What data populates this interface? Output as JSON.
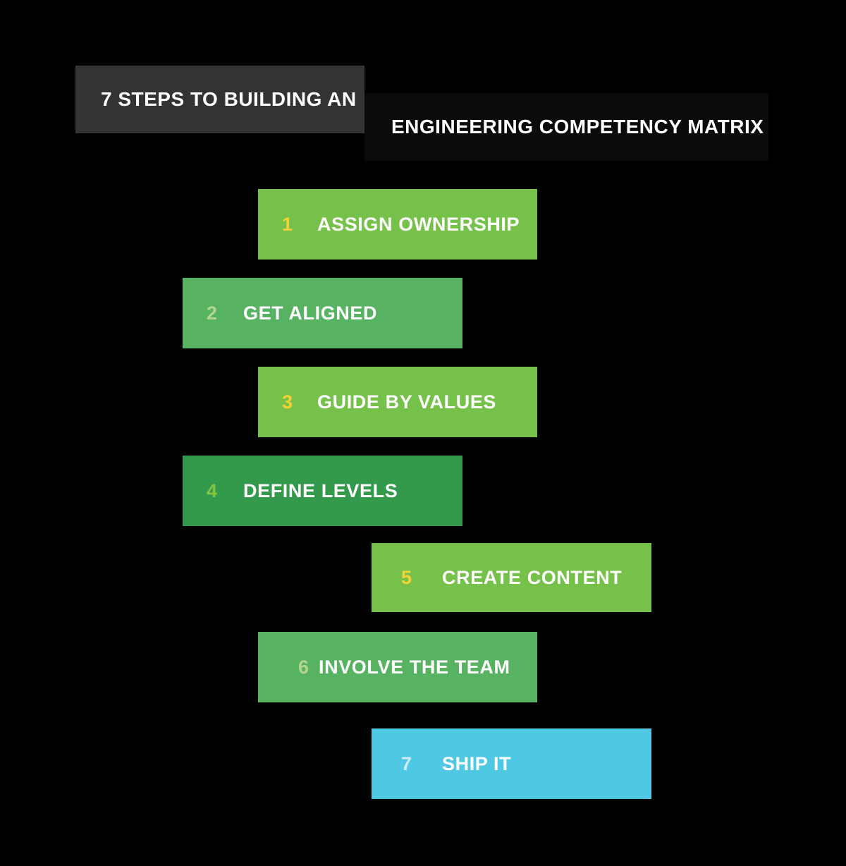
{
  "title": {
    "line1": "7 STEPS TO BUILDING AN",
    "line2": "ENGINEERING COMPETENCY MATRIX"
  },
  "colors": {
    "background": "#000000",
    "title_line1_bg": "#333333",
    "title_line2_bg": "#0a0b0b",
    "title_text": "#ffffff",
    "step_label_text": "#ffffff"
  },
  "steps": [
    {
      "number": "1",
      "label": "ASSIGN OWNERSHIP",
      "bg": "#76c14a",
      "number_color": "#f2d235"
    },
    {
      "number": "2",
      "label": "GET ALIGNED",
      "bg": "#57b262",
      "number_color": "#b2d48e"
    },
    {
      "number": "3",
      "label": "GUIDE BY VALUES",
      "bg": "#76c14a",
      "number_color": "#f2d235"
    },
    {
      "number": "4",
      "label": "DEFINE LEVELS",
      "bg": "#349a4b",
      "number_color": "#85c440"
    },
    {
      "number": "5",
      "label": "CREATE CONTENT",
      "bg": "#76c14a",
      "number_color": "#f2d235"
    },
    {
      "number": "6",
      "label": "INVOLVE THE TEAM",
      "bg": "#57b262",
      "number_color": "#b2d48e"
    },
    {
      "number": "7",
      "label": "SHIP IT",
      "bg": "#4fc8e4",
      "number_color": "#cdecf8"
    }
  ]
}
